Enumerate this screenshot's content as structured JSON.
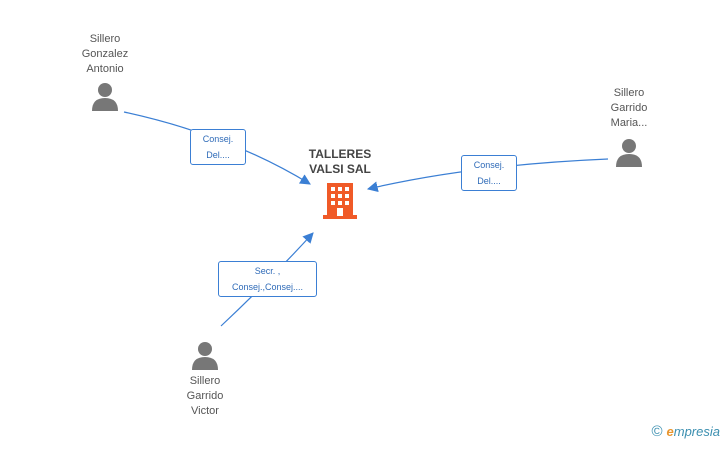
{
  "company": {
    "name_line1": "TALLERES",
    "name_line2": "VALSI SAL",
    "icon": "building-icon",
    "color": "#f05a28"
  },
  "people": [
    {
      "id": "p1",
      "lines": [
        "Sillero",
        "Gonzalez",
        "Antonio"
      ],
      "icon": "person-icon"
    },
    {
      "id": "p2",
      "lines": [
        "Sillero",
        "Garrido",
        "Maria..."
      ],
      "icon": "person-icon"
    },
    {
      "id": "p3",
      "lines": [
        "Sillero",
        "Garrido",
        "Victor"
      ],
      "icon": "person-icon"
    }
  ],
  "edges": [
    {
      "from": "p1",
      "label": [
        "Consej.",
        "Del...."
      ]
    },
    {
      "from": "p2",
      "label": [
        "Consej.",
        "Del...."
      ]
    },
    {
      "from": "p3",
      "label": [
        "Secr. ,",
        "Consej.,Consej...."
      ]
    }
  ],
  "brand": {
    "copyright": "©",
    "e": "e",
    "rest": "mpresia"
  },
  "colors": {
    "edge": "#3b7fd4",
    "person": "#777777"
  }
}
